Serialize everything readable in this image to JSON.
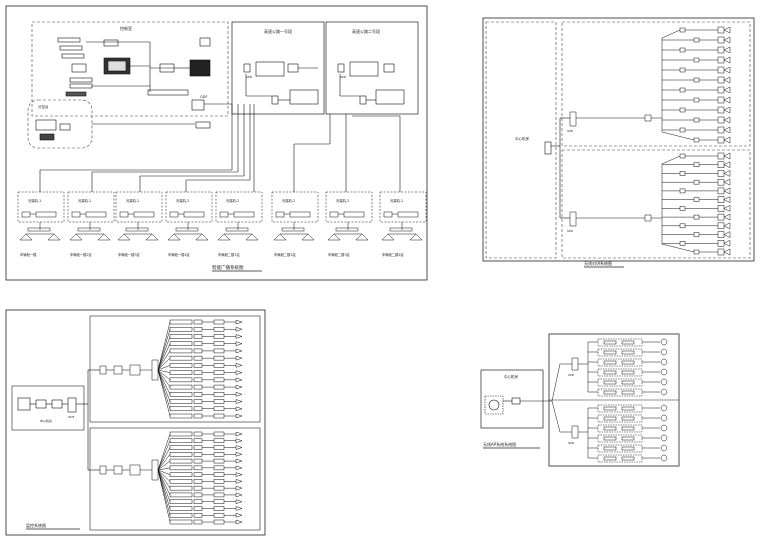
{
  "panels": {
    "top_left": {
      "caption": "智能广播系统图",
      "tx_boxes": [
        "光端机-1",
        "光端机-2",
        "光端机-2",
        "光端机-2",
        "光端机-2",
        "光端机-2",
        "光端机-2",
        "光端机-2"
      ],
      "area_labels": [
        "控制室",
        "高速公路一号段",
        "高速公路二号段"
      ],
      "bottom_labels": [
        "车辆段一楼",
        "车辆段一楼2区",
        "车辆段一楼3区",
        "车辆段一楼4区",
        "车辆段二楼1区",
        "车辆段二楼2区",
        "车辆段二楼3区",
        "车辆段二楼4区"
      ],
      "odf_label": "ODF",
      "spd_label": "SPD"
    },
    "top_right": {
      "caption": "无线对讲系统图",
      "center_label": "中心机房",
      "spd_label": "SPD"
    },
    "bottom_left": {
      "caption": "监控系统图",
      "ctrl_label": "中心机房",
      "odf_label": "ODF"
    },
    "bottom_right": {
      "caption": "无线AP系统系统图",
      "center_label": "中心机房",
      "spd_label": "SPD"
    }
  }
}
